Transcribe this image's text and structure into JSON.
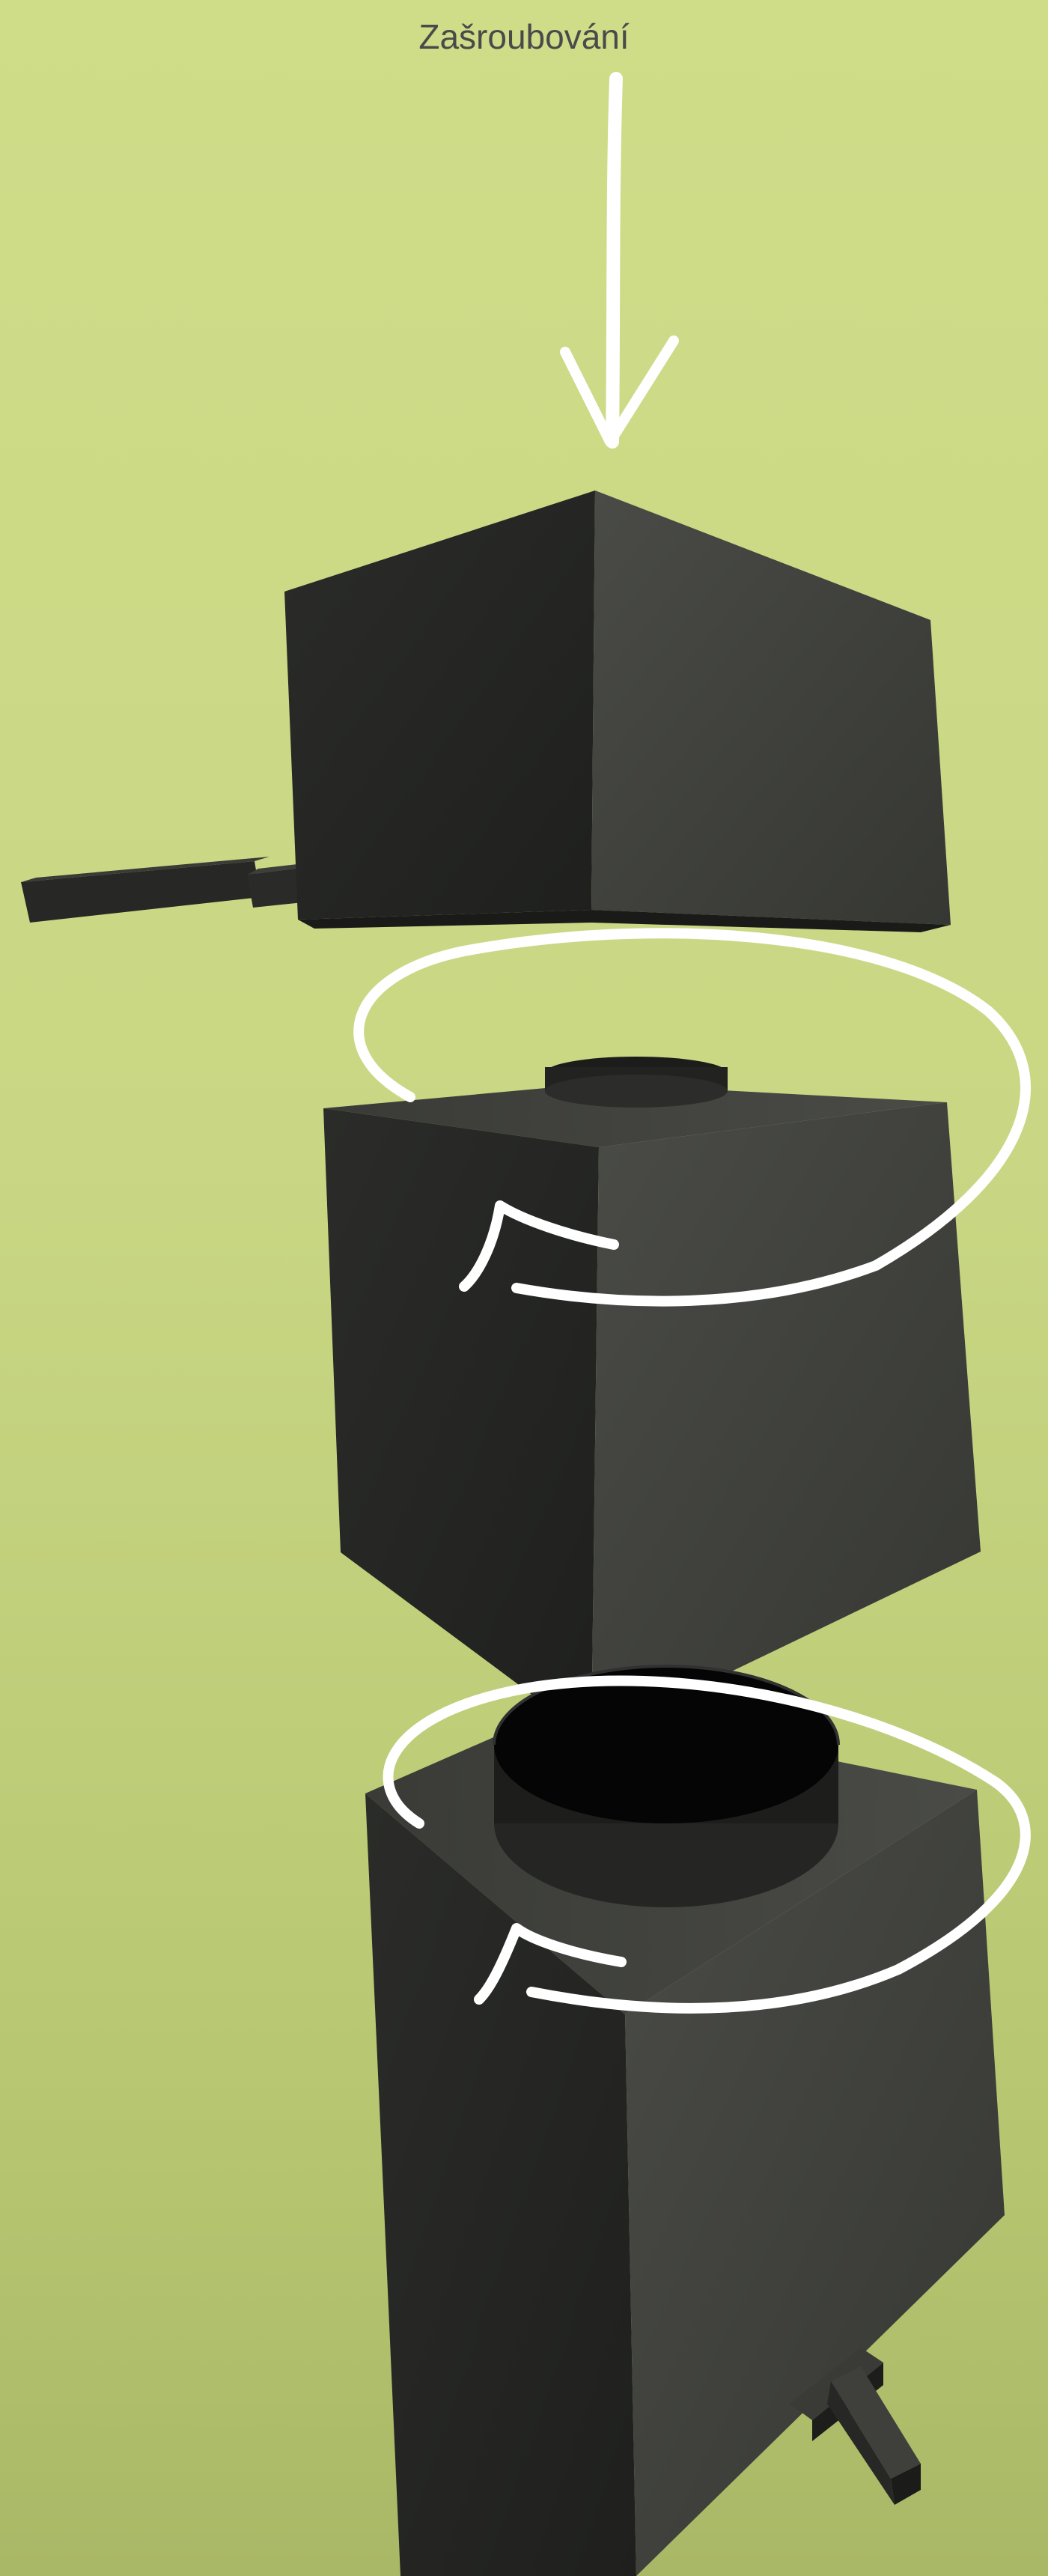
{
  "caption": "Zašroubování",
  "colors": {
    "background": "#cdd985",
    "part_dark": "#2a2b28",
    "part_mid": "#3b3c38",
    "part_light": "#494a45",
    "arrow": "#ffffff",
    "caption": "#4a4a4a"
  },
  "parts": [
    "top-block",
    "middle-block",
    "bottom-block"
  ],
  "arrows": [
    "down-arrow",
    "rotate-arrow-upper",
    "rotate-arrow-lower"
  ]
}
